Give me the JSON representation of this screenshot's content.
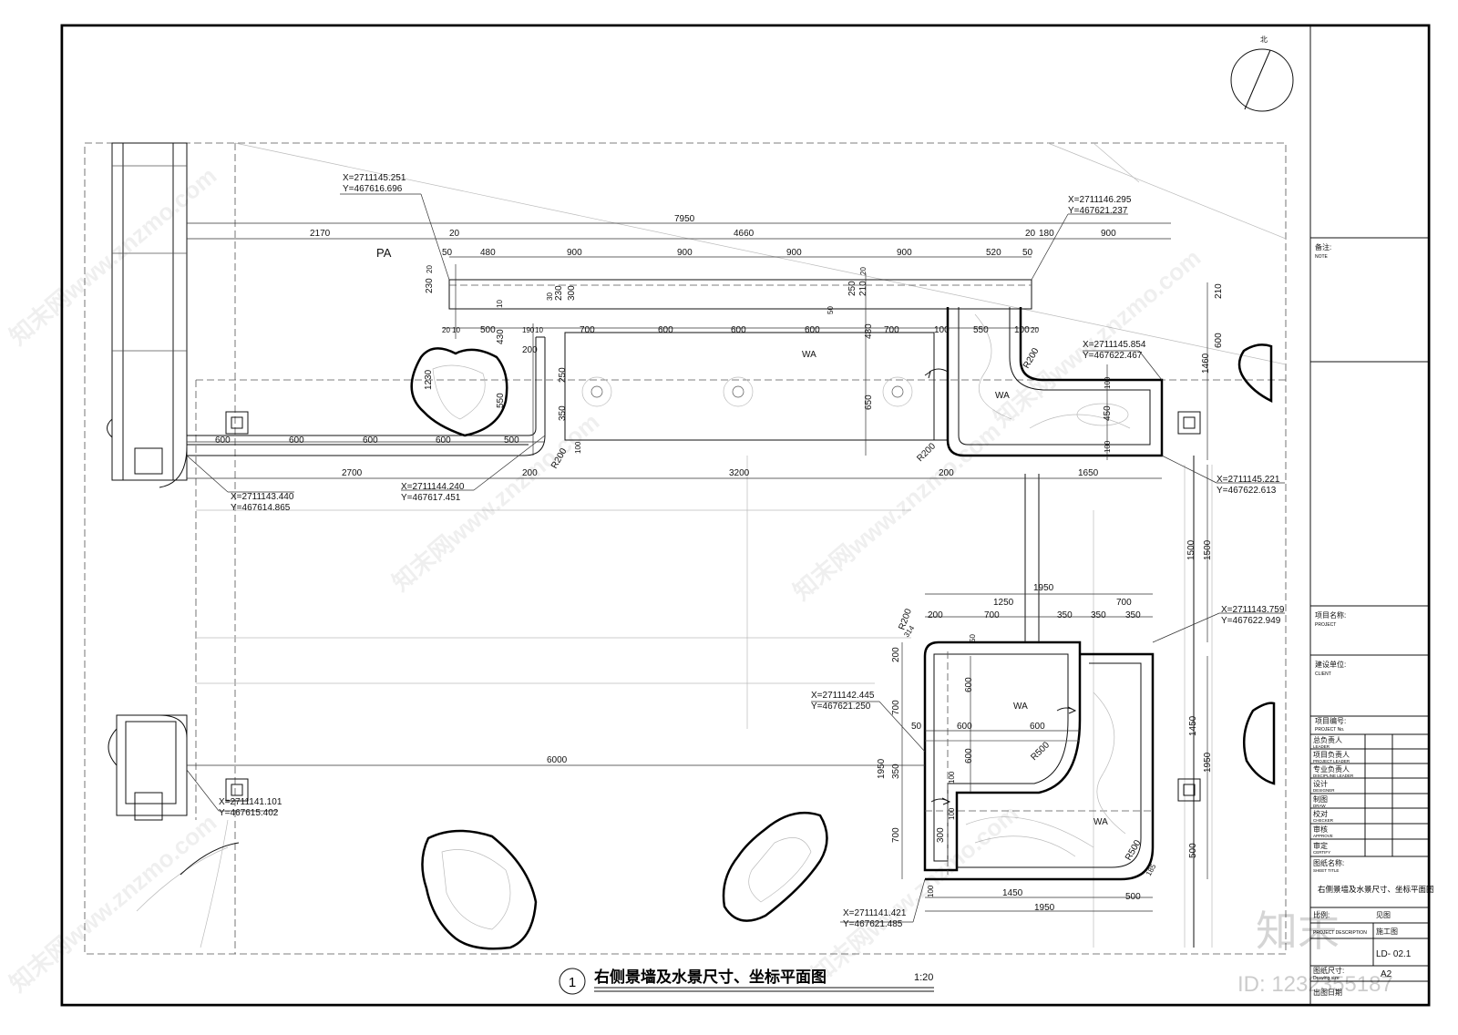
{
  "drawing": {
    "title": "右侧景墙及水景尺寸、坐标平面图",
    "scale": "1:20",
    "number": "1",
    "north": "北"
  },
  "labels": {
    "pa": "PA",
    "wa": "WA"
  },
  "coordinates": [
    {
      "x": "X=2711145.251",
      "y": "Y=467616.696"
    },
    {
      "x": "X=2711146.295",
      "y": "Y=467621.237"
    },
    {
      "x": "X=2711145.854",
      "y": "Y=467622.467"
    },
    {
      "x": "X=2711143.440",
      "y": "Y=467614.865"
    },
    {
      "x": "X=2711144.240",
      "y": "Y=467617.451"
    },
    {
      "x": "X=2711145.221",
      "y": "Y=467622.613"
    },
    {
      "x": "X=2711143.759",
      "y": "Y=467622.949"
    },
    {
      "x": "X=2711142.445",
      "y": "Y=467621.250"
    },
    {
      "x": "X=2711141.101",
      "y": "Y=467615.402"
    },
    {
      "x": "X=2711141.421",
      "y": "Y=467621.485"
    }
  ],
  "dims": {
    "top_total": "7950",
    "top_row": [
      "2170",
      "20",
      "4660",
      "20",
      "180",
      "900"
    ],
    "seg_row": [
      "50",
      "480",
      "900",
      "900",
      "900",
      "900",
      "520",
      "50"
    ],
    "wall_row": [
      "20",
      "10",
      "500",
      "190",
      "10",
      "700",
      "600",
      "600",
      "600",
      "700",
      "100",
      "550",
      "100",
      "20"
    ],
    "left_row": [
      "600",
      "600",
      "600",
      "600",
      "500"
    ],
    "bottom_row": [
      "2700",
      "200",
      "3200",
      "200",
      "1650"
    ],
    "lower_a": [
      "1950",
      "1250",
      "700"
    ],
    "lower_b": [
      "200",
      "700",
      "350",
      "350",
      "350"
    ],
    "lower_mid": [
      "50",
      "600",
      "600"
    ],
    "lower_bottom": [
      "1450",
      "500",
      "1950"
    ],
    "long_dim": "6000",
    "vertical": [
      "230",
      "20",
      "30",
      "230",
      "10",
      "300",
      "250",
      "210",
      "20",
      "50",
      "430",
      "200",
      "1230",
      "550",
      "250",
      "350",
      "100",
      "650",
      "480",
      "210",
      "600",
      "1460",
      "100",
      "450",
      "100",
      "1500",
      "1500",
      "200",
      "700",
      "1950",
      "350",
      "100",
      "600",
      "600",
      "100",
      "700",
      "300",
      "100",
      "1450",
      "1950",
      "500",
      "50",
      "314",
      "185"
    ],
    "radii": [
      "R200",
      "R200",
      "R200",
      "R200",
      "R500",
      "R500"
    ]
  },
  "title_block": {
    "note": {
      "cn": "备注:",
      "en": "NOTE"
    },
    "project": {
      "cn": "项目名称:",
      "en": "PROJECT"
    },
    "client": {
      "cn": "建设单位:",
      "en": "CLIENT"
    },
    "project_no": {
      "cn": "项目编号:",
      "en": "PROJECT No."
    },
    "roles": [
      {
        "cn": "总负责人",
        "en": "LEADER"
      },
      {
        "cn": "项目负责人",
        "en": "PROJECT LEADER"
      },
      {
        "cn": "专业负责人",
        "en": "DISCIPLINE LEADER"
      },
      {
        "cn": "设计",
        "en": "DESIGNER"
      },
      {
        "cn": "制图",
        "en": "DRAW"
      },
      {
        "cn": "校对",
        "en": "CHECKER"
      },
      {
        "cn": "审核",
        "en": "APPROVE"
      },
      {
        "cn": "审定",
        "en": "CERTIFY"
      }
    ],
    "sheet_title": {
      "cn": "图纸名称:",
      "en": "SHEET TITLE"
    },
    "sheet_title_value": "右侧景墙及水景尺寸、坐标平面图",
    "scale_label": "比例:",
    "scale_value": "见图",
    "desc_label": "PROJECT DESCRIPTION",
    "desc_value": "施工图",
    "sheet_no_value": "LD-  02.1",
    "size": {
      "cn": "图纸尺寸:",
      "en": "Drawing size"
    },
    "size_value": "A2",
    "date_label": "出图日期"
  },
  "watermark": {
    "text": "知末网www.znzmo.com",
    "logo": "知末",
    "id": "ID: 1232355187"
  }
}
